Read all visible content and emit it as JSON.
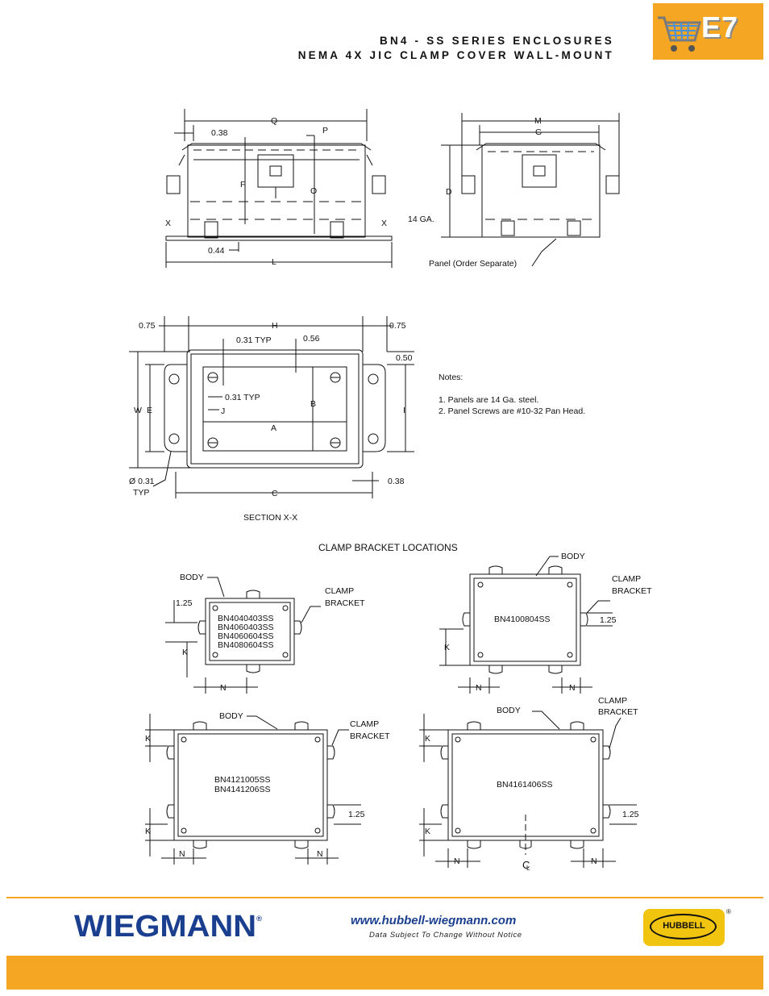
{
  "header": {
    "title_line1": "BN4 - SS SERIES ENCLOSURES",
    "title_line2": "NEMA 4X JIC CLAMP COVER WALL-MOUNT",
    "section_code": "E7",
    "cart_icon": "shopping-cart-icon"
  },
  "drawing_front": {
    "Q": "Q",
    "P": "P",
    "dim_038": "0.38",
    "F": "F",
    "O": "O",
    "X_left": "X",
    "X_right": "X",
    "ga": "14 GA.",
    "dim_044": "0.44",
    "L": "L"
  },
  "drawing_side": {
    "M": "M",
    "G": "G",
    "D": "D",
    "panel": "Panel (Order Separate)"
  },
  "drawing_section": {
    "dim_075_left": "0.75",
    "H": "H",
    "dim_075_right": "0.75",
    "typ_031": "0.31 TYP",
    "dim_056": "0.56",
    "dim_050": "0.50",
    "typ_031_b": "0.31 TYP",
    "W": "W",
    "E": "E",
    "J": "J",
    "B": "B",
    "I": "I",
    "A": "A",
    "dia_031": "Ø 0.31",
    "typ": "TYP",
    "dim_038": "0.38",
    "C": "C",
    "section_label": "SECTION X-X"
  },
  "notes": {
    "heading": "Notes:",
    "items": [
      "1.  Panels are 14 Ga. steel.",
      "2.  Panel Screws are #10-32 Pan Head."
    ]
  },
  "clamp_locations": {
    "heading": "CLAMP BRACKET LOCATIONS",
    "body": "BODY",
    "clamp": "CLAMP",
    "bracket": "BRACKET",
    "dim_125": "1.25",
    "K": "K",
    "N": "N",
    "group1_models": [
      "BN4040403SS",
      "BN4060403SS",
      "BN4060604SS",
      "BN4080604SS"
    ],
    "group2_model": "BN4100804SS",
    "group3_models": [
      "BN4121005SS",
      "BN4141206SS"
    ],
    "group4_model": "BN4161406SS",
    "centerline": "C",
    "centerline_sub": "L"
  },
  "footer": {
    "brand": "WIEGMANN",
    "brand_reg": "®",
    "url": "www.hubbell-wiegmann.com",
    "disclaimer": "Data Subject To Change Without Notice",
    "partner_logo": "HUBBELL",
    "partner_reg": "®"
  },
  "colors": {
    "accent": "#f5a623",
    "brand_blue": "#1b3f8f",
    "hubbell_yellow": "#f1c40f"
  }
}
